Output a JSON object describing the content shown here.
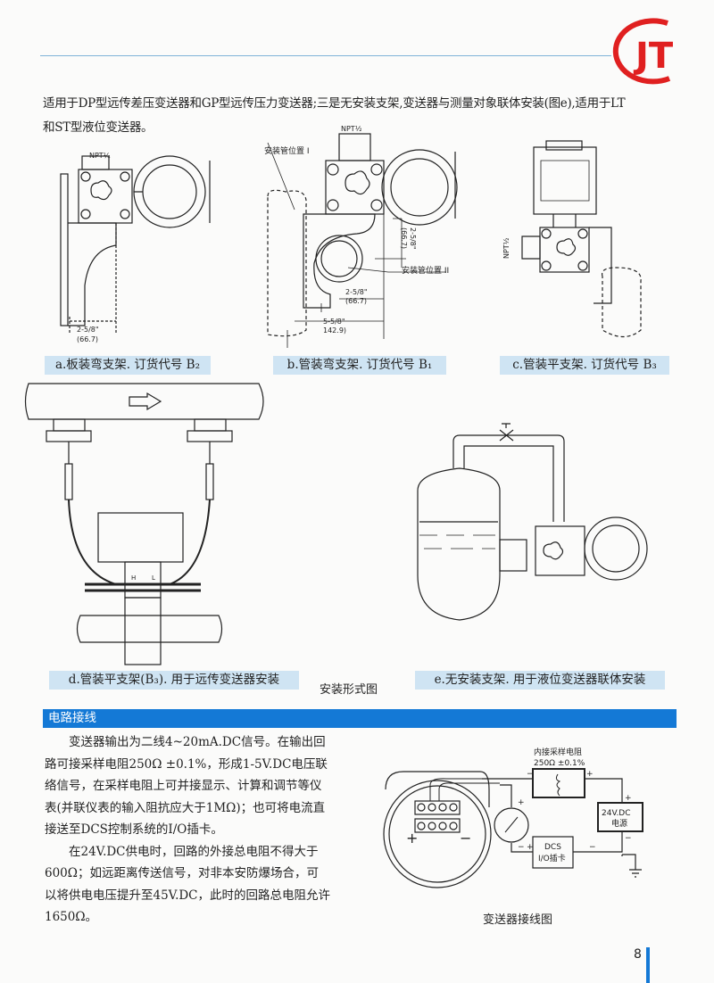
{
  "logo": {
    "text": "JT",
    "color": "#e02020"
  },
  "intro": {
    "line1": "适用于DP型远传差压变送器和GP型远传压力变送器;三是无安装支架,变送器与测量对象联体安装(图e),适用于LT",
    "line2": "和ST型液位变送器。"
  },
  "figures": {
    "a": {
      "caption": "a.板装弯支架. 订货代号 B₂",
      "npt": "NPT¼",
      "dim1": "2-5/8\"",
      "dim1mm": "(66.7)"
    },
    "b": {
      "caption": "b.管装弯支架. 订货代号 B₁",
      "npt": "NPT½",
      "pos1": "安装管位置 I",
      "pos2": "安装管位置 II",
      "dimv": "2-5/8\"",
      "dimvmm": "(66.7)",
      "dim1": "2-5/8\"",
      "dim1mm": "(66.7)",
      "dim2": "5-5/8\"",
      "dim2mm": "142.9)"
    },
    "c": {
      "caption": "c.管装平支架. 订货代号 B₃",
      "npt": "NPT½"
    },
    "d": {
      "caption": "d.管装平支架(B₃). 用于远传变送器安装",
      "h": "H",
      "l": "L"
    },
    "e": {
      "caption": "e.无安装支架. 用于液位变送器联体安装"
    },
    "group_title": "安装形式图"
  },
  "section": {
    "title": "电路接线",
    "paragraph1": "变送器输出为二线4~20mA.DC信号。在输出回路可接采样电阻250Ω ±0.1%，形成1-5V.DC电压联络信号，在采样电阻上可并接显示、计算和调节等仪表(并联仪表的输入阻抗应大于1MΩ)；也可将电流直接送至DCS控制系统的I/O插卡。",
    "paragraph2": "在24V.DC供电时，回路的外接总电阻不得大于600Ω；如远距离传送信号，对非本安防爆场合，可以将供电电压提升至45V.DC，此时的回路总电阻允许1650Ω。"
  },
  "wiring": {
    "resistor_label": "内接采样电阻",
    "resistor_value": "250Ω ±0.1%",
    "power_label1": "24V.DC",
    "power_label2": "电源",
    "dcs_label1": "DCS",
    "dcs_label2": "I/O插卡",
    "plus": "+",
    "minus": "−",
    "title": "变送器接线图"
  },
  "page_number": "8",
  "accent": "#1479d6"
}
